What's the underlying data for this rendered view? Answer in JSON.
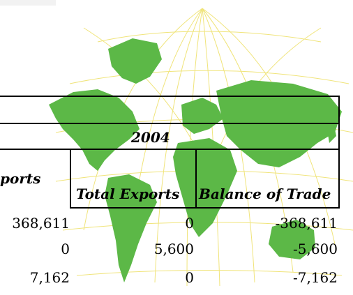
{
  "table": {
    "year": "2004",
    "headers": {
      "imports_partial": "ports",
      "total_exports": "Total Exports",
      "balance_of_trade": "Balance of Trade"
    },
    "rows": [
      {
        "imports": "368,611",
        "exports": "0",
        "balance": "-368,611"
      },
      {
        "imports": "0",
        "exports": "5,600",
        "balance": "-5,600"
      },
      {
        "imports": "7,162",
        "exports": "0",
        "balance": "-7,162"
      }
    ]
  },
  "colors": {
    "land": "#5cb847",
    "grid_lines": "#f0e47a",
    "rules": "#000000",
    "top_strip": "#f2f2f2"
  }
}
